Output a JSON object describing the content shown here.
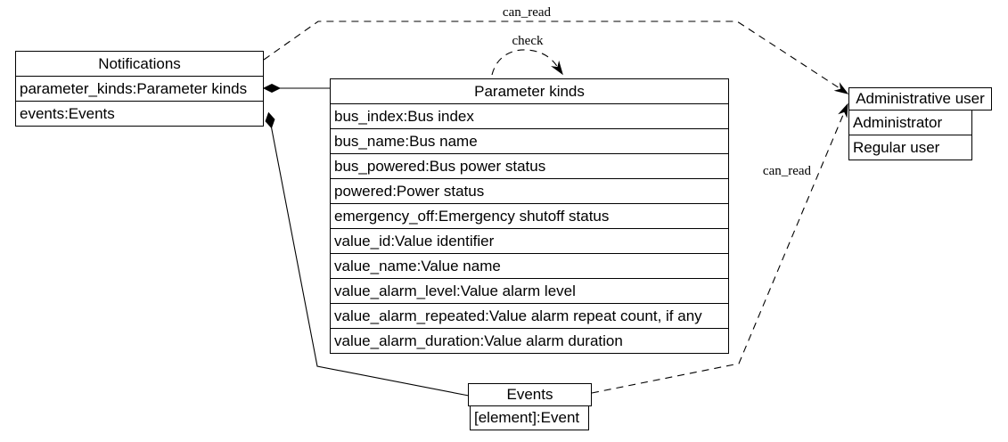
{
  "canvas": {
    "background": "#ffffff",
    "line_color": "#000000"
  },
  "nodes": {
    "notifications": {
      "title": "Notifications",
      "fields": [
        "parameter_kinds:Parameter kinds",
        "events:Events"
      ]
    },
    "parameter_kinds": {
      "title": "Parameter kinds",
      "fields": [
        "bus_index:Bus index",
        "bus_name:Bus name",
        "bus_powered:Bus power status",
        "powered:Power status",
        "emergency_off:Emergency shutoff status",
        "value_id:Value identifier",
        "value_name:Value name",
        "value_alarm_level:Value alarm level",
        "value_alarm_repeated:Value alarm repeat count, if any",
        "value_alarm_duration:Value alarm duration"
      ]
    },
    "administrative_user": {
      "title": "Administrative user",
      "fields": [
        "Administrator",
        "Regular user"
      ]
    },
    "events": {
      "title": "Events",
      "fields": [
        "[element]:Event"
      ]
    }
  },
  "edges": {
    "can_read_top": {
      "label": "can_read",
      "from": "Notifications",
      "to": "Administrative user",
      "style": "dashed-arrow"
    },
    "check_loop": {
      "label": "check",
      "from": "Parameter kinds",
      "to": "Parameter kinds",
      "style": "dashed-arrow-self-loop"
    },
    "can_read_lower": {
      "label": "can_read",
      "from": "Events",
      "to": "Administrative user",
      "style": "dashed-arrow"
    },
    "notifications_parameter_kinds": {
      "label": "",
      "from": "Notifications.parameter_kinds",
      "to": "Parameter kinds",
      "style": "solid-diamond"
    },
    "notifications_events": {
      "label": "",
      "from": "Notifications.events",
      "to": "Events",
      "style": "solid-diamond"
    }
  }
}
